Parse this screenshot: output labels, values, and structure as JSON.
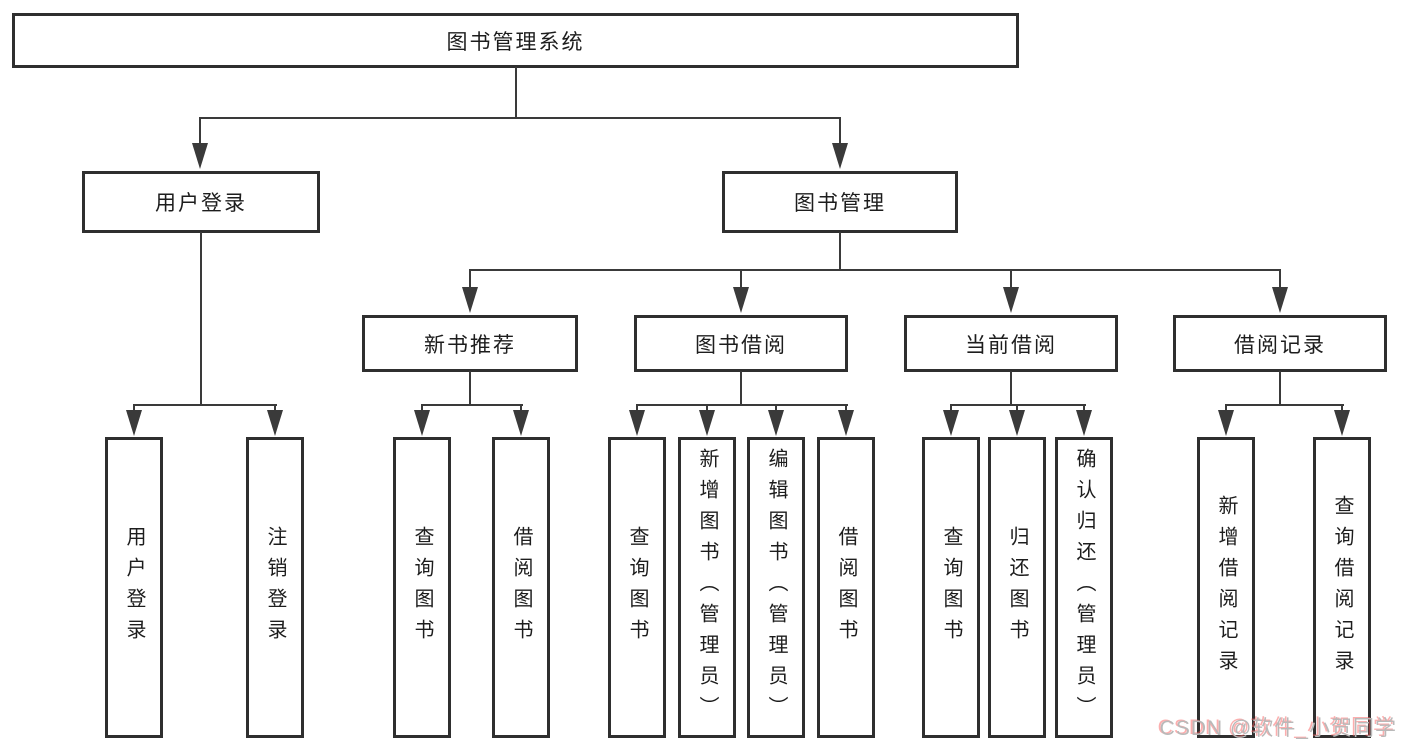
{
  "title": "图书管理系统",
  "level2": {
    "user_login": "用户登录",
    "book_mgmt": "图书管理"
  },
  "level3": {
    "new_book_rec": "新书推荐",
    "book_borrow": "图书借阅",
    "current_borrow": "当前借阅",
    "borrow_records": "借阅记录"
  },
  "leaves": {
    "user_login": [
      "用户登录",
      "注销登录"
    ],
    "new_book_rec": [
      "查询图书",
      "借阅图书"
    ],
    "book_borrow": [
      "查询图书",
      "新增图书（管理员）",
      "编辑图书（管理员）",
      "借阅图书"
    ],
    "current_borrow": [
      "查询图书",
      "归还图书",
      "确认归还（管理员）"
    ],
    "borrow_records": [
      "新增借阅记录",
      "查询借阅记录"
    ]
  },
  "watermark": "CSDN @软件_小贺同学",
  "colors": {
    "line": "#3a3a3a",
    "box_border": "#2f2f2f",
    "text": "#1d1d1d",
    "background": "#ffffff",
    "watermark_gray": "#b9b9b9",
    "watermark_red": "#f95d5d"
  }
}
